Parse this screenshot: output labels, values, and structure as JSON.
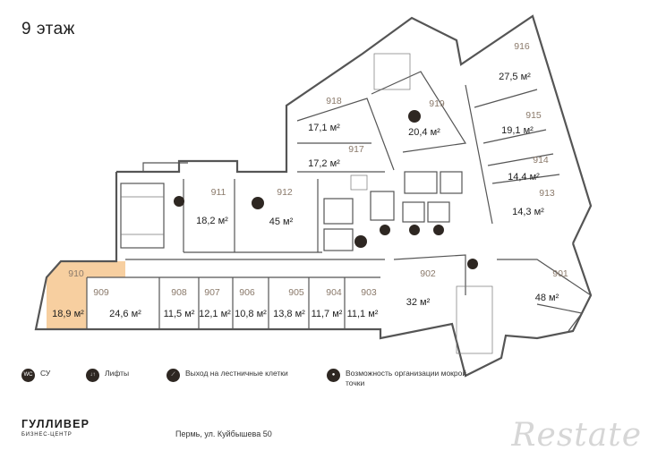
{
  "floor_title": "9 этаж",
  "highlight_color": "#f7cfa0",
  "rooms": [
    {
      "id": "916",
      "number": "916",
      "area": "27,5 м²"
    },
    {
      "id": "915",
      "number": "915",
      "area": "19,1 м²"
    },
    {
      "id": "914",
      "number": "914",
      "area": "14,4 м²"
    },
    {
      "id": "913",
      "number": "913",
      "area": "14,3 м²"
    },
    {
      "id": "919",
      "number": "919",
      "area": "20,4 м²"
    },
    {
      "id": "918",
      "number": "918",
      "area": "17,1 м²"
    },
    {
      "id": "917",
      "number": "917",
      "area": "17,2 м²"
    },
    {
      "id": "911",
      "number": "911",
      "area": "18,2 м²"
    },
    {
      "id": "912",
      "number": "912",
      "area": "45 м²"
    },
    {
      "id": "910",
      "number": "910",
      "area": "18,9 м²"
    },
    {
      "id": "909",
      "number": "909",
      "area": "24,6 м²"
    },
    {
      "id": "908",
      "number": "908",
      "area": "11,5 м²"
    },
    {
      "id": "907",
      "number": "907",
      "area": "12,1 м²"
    },
    {
      "id": "906",
      "number": "906",
      "area": "10,8 м²"
    },
    {
      "id": "905",
      "number": "905",
      "area": "13,8 м²"
    },
    {
      "id": "904",
      "number": "904",
      "area": "11,7 м²"
    },
    {
      "id": "903",
      "number": "903",
      "area": "11,1 м²"
    },
    {
      "id": "902",
      "number": "902",
      "area": "32 м²"
    },
    {
      "id": "901",
      "number": "901",
      "area": "48 м²"
    }
  ],
  "legend": {
    "wc_icon": "WC",
    "wc_label": "СУ",
    "lifts_icon": "↓↑",
    "lifts_label": "Лифты",
    "stairs_label": "Выход на лестничные клетки",
    "water_label": "Возможность организации мокрой точки"
  },
  "brand": {
    "name": "ГУЛЛИВЕР",
    "subtitle": "БИЗНЕС-ЦЕНТР"
  },
  "address": "Пермь, ул. Куйбышева 50",
  "watermark": "Restate"
}
